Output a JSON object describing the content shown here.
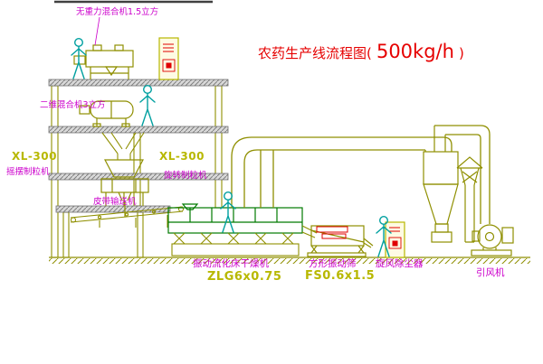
{
  "title": {
    "prefix": "农药生产线流程图(",
    "capacity": "500kg/h",
    "suffix": ")"
  },
  "labels": {
    "top_mixer": "无重力混合机1.5立方",
    "mixer_2d": "二维混合机3立方",
    "granulator_left_model": "XL-300",
    "granulator_left_name": "摇摆制粒机",
    "granulator_mid_model": "XL-300",
    "granulator_mid_name": "旋转制粒机",
    "belt_conveyor": "皮带输送机",
    "dryer_name": "振动流化床干燥机",
    "dryer_model": "ZLG6x0.75",
    "screen_name": "方形振动筛",
    "screen_model": "FS0.6x1.5",
    "cyclone_name": "旋风除尘器",
    "fan_name": "引风机"
  },
  "colors": {
    "equipment_line": "#8f8f00",
    "dryer_line": "#007a00",
    "person": "#00a0a0",
    "label_magenta": "#cc00cc",
    "title_red": "#e60000",
    "model_yellow": "#b8b800",
    "alert_red": "#e00000",
    "slab_gray": "#d9d9d9"
  }
}
